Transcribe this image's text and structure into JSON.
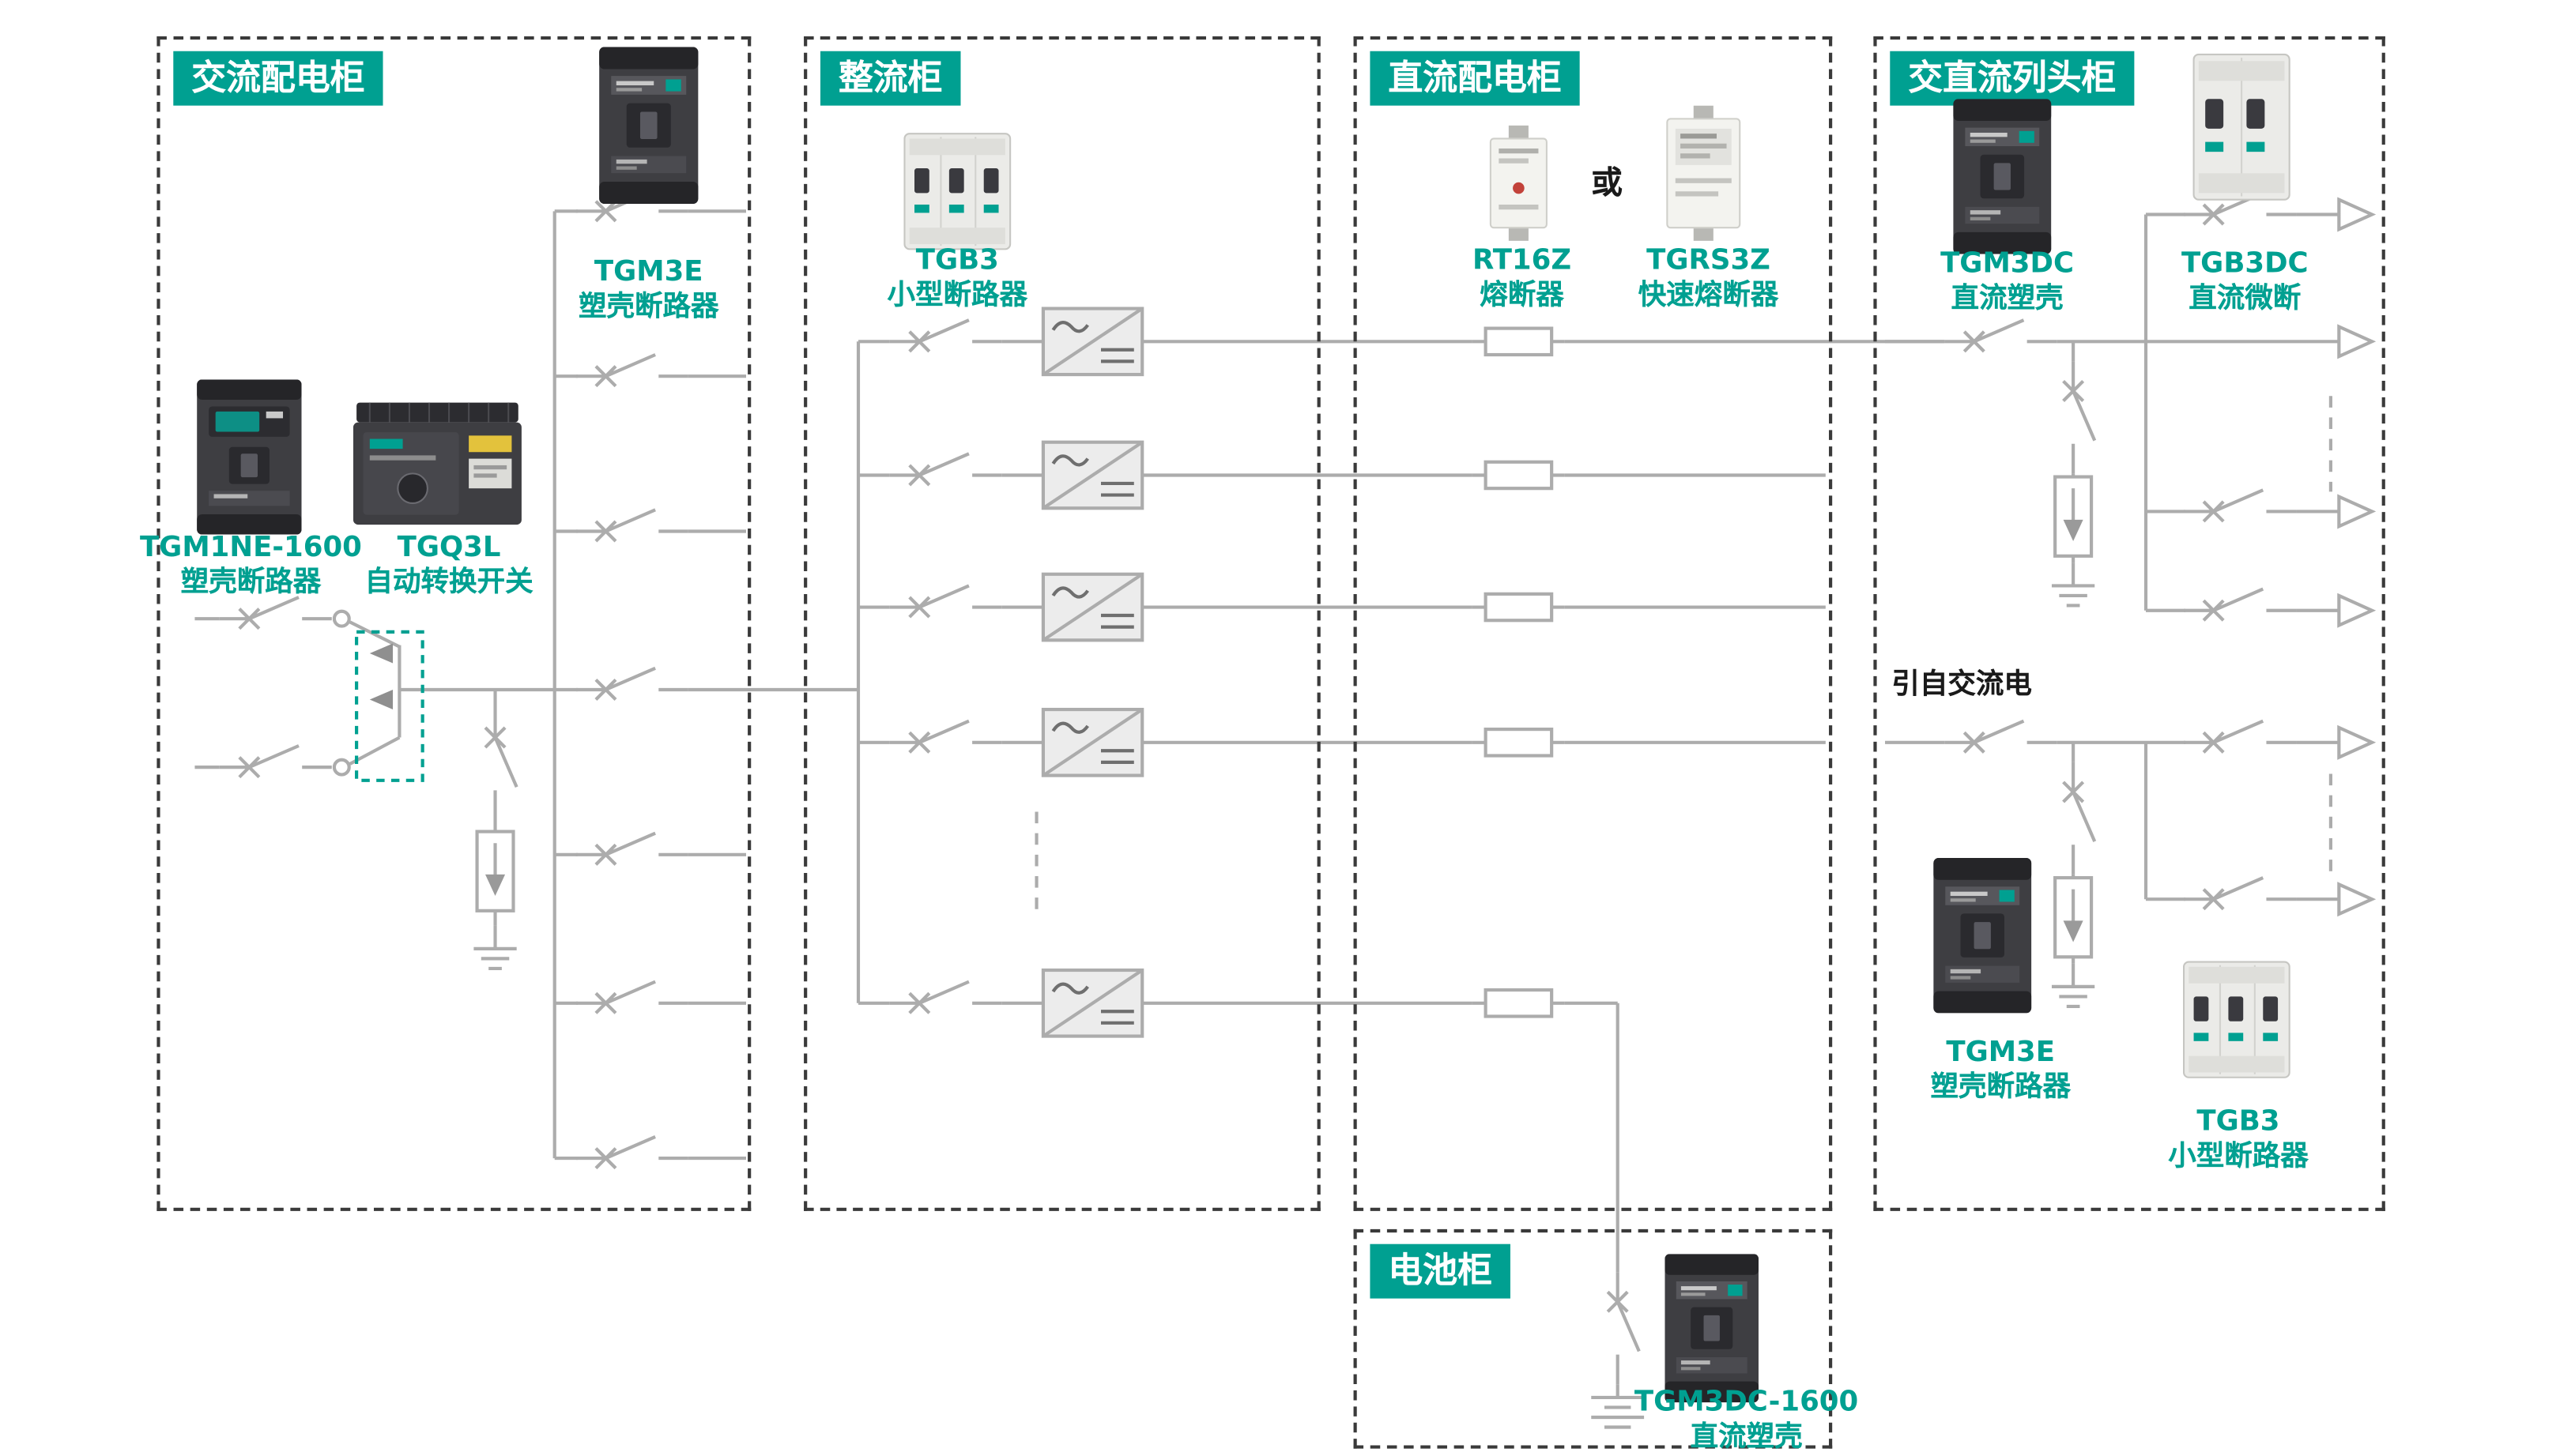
{
  "colors": {
    "accent": "#00A091",
    "line": "#ACACAC"
  },
  "cabinets": [
    {
      "title": "交流配电柜"
    },
    {
      "title": "整流柜"
    },
    {
      "title": "直流配电柜"
    },
    {
      "title": "交直流列头柜"
    },
    {
      "title": "电池柜"
    }
  ],
  "products": {
    "tgm3e_ac": {
      "name": "TGM3E",
      "desc": "塑壳断路器"
    },
    "tgm1ne": {
      "name": "TGM1NE-1600",
      "desc": "塑壳断路器"
    },
    "tgq3l": {
      "name": "TGQ3L",
      "desc": "自动转换开关"
    },
    "tgb3_rect": {
      "name": "TGB3",
      "desc": "小型断路器"
    },
    "rt16z": {
      "name": "RT16Z",
      "desc": "熔断器"
    },
    "tgrs3z": {
      "name": "TGRS3Z",
      "desc": "快速熔断器"
    },
    "tgm3dc": {
      "name": "TGM3DC",
      "desc": "直流塑壳"
    },
    "tgb3dc": {
      "name": "TGB3DC",
      "desc": "直流微断"
    },
    "tgm3e_row": {
      "name": "TGM3E",
      "desc": "塑壳断路器"
    },
    "tgb3_row": {
      "name": "TGB3",
      "desc": "小型断路器"
    },
    "tgm3dc_1600": {
      "name": "TGM3DC-1600",
      "desc": "直流塑壳"
    }
  },
  "annotations": {
    "or": "或",
    "from_ac": "引自交流电"
  }
}
